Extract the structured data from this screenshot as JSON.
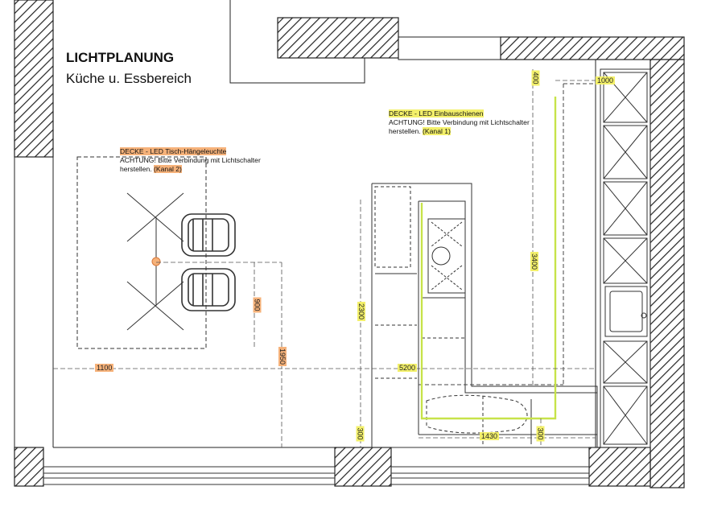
{
  "title": "LICHTPLANUNG",
  "subtitle": "Küche u. Essbereich",
  "notes": {
    "table_light": {
      "line1": "DECKE - LED Tisch-Hängeleuchte",
      "line2": "ACHTUNG! Bitte Verbindung mit Lichtschalter",
      "line3a": "herstellen.",
      "line3b": "(Kanal 2)"
    },
    "rails": {
      "line1": "DECKE - LED Einbauschienen",
      "line2": "ACHTUNG! Bitte Verbindung mit Lichtschalter",
      "line3a": "herstellen.",
      "line3b": "(Kanal 1)"
    }
  },
  "dimensions": {
    "d1000": "1000",
    "d400": "400",
    "d3400": "3400",
    "d2300": "2300",
    "d5200": "5200",
    "d1430": "1430",
    "d300_left": "300",
    "d300_right": "300",
    "d900": "900",
    "d1950": "1950",
    "d1100": "1100"
  },
  "colors": {
    "orange_highlight": "#f6b27a",
    "yellow_highlight": "#f3f06a",
    "led_rail": "#c7e34a",
    "ink": "#222222"
  }
}
